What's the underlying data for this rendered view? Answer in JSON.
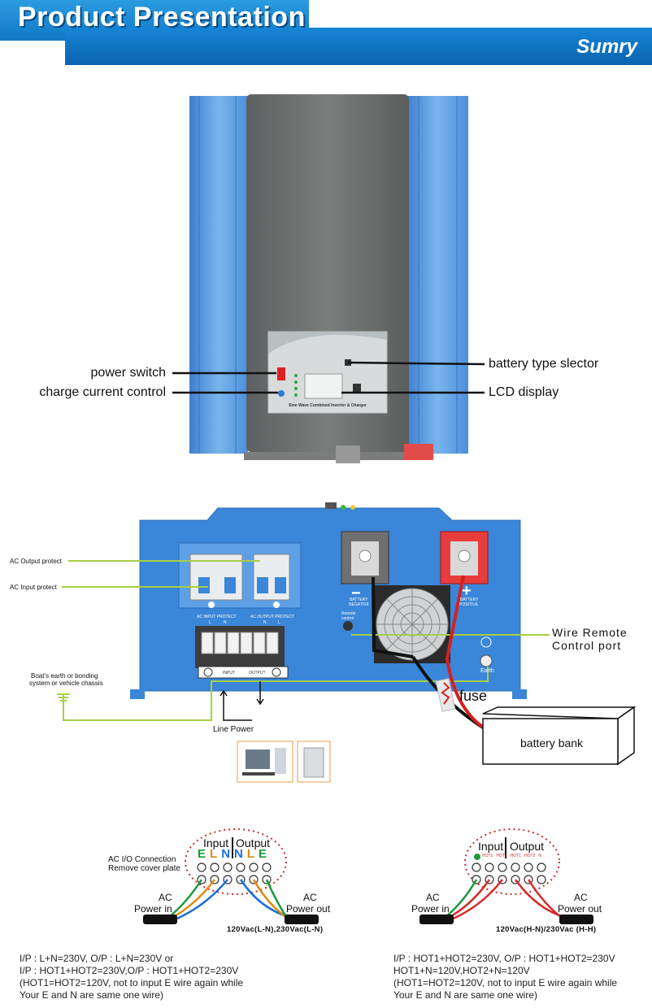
{
  "header": {
    "title": "Product Presentation",
    "brand": "Sumry"
  },
  "front_view": {
    "callouts": {
      "power_switch": "power switch",
      "charge_current_control": "charge current control",
      "battery_type_selector": "battery type slector",
      "lcd_display": "LCD display"
    },
    "panel_label": "Sine Wave Combined Inverter & Charger"
  },
  "rear_view": {
    "callouts": {
      "ac_output_protect": "AC Output protect",
      "ac_input_protect": "AC Input protect",
      "wire_remote_line1": "Wire Remote",
      "wire_remote_line2": "Control port",
      "earth_line1": "Boat’s earth or bonding",
      "earth_line2": "system or vehicle chassis",
      "line_power": "Line Power",
      "fuse": "fuse",
      "battery_bank": "battery bank"
    },
    "panel_text": {
      "ac_input_protect_label": "AC INPUT PROTECT",
      "ac_output_protect_label": "AC OUTPUT PROTECT",
      "input_l": "L",
      "input_n": "N",
      "output_n": "N",
      "output_l": "L",
      "terminal_input": "INPUT",
      "terminal_output": "OUTPUT",
      "battery_negative_1": "BATTERY",
      "battery_negative_2": "NEGATIVE",
      "battery_positive_1": "BATTERY",
      "battery_positive_2": "POSITIVE",
      "remote_1": "Remote",
      "remote_2": "control",
      "earth": "Earth",
      "minus": "−",
      "plus": "+"
    }
  },
  "wiring_left": {
    "input": "Input",
    "output": "Output",
    "terminal_letters": [
      "E",
      "L",
      "N",
      "N",
      "L",
      "E"
    ],
    "letter_colors": [
      "#1a9a3a",
      "#e08a10",
      "#1b6fd6",
      "#1b6fd6",
      "#e08a10",
      "#1a9a3a"
    ],
    "note_line1": "AC  I/O Connection",
    "note_line2": "Remove cover plate",
    "ac_in_1": "AC",
    "ac_in_2": "Power in",
    "ac_out_1": "AC",
    "ac_out_2": "Power out",
    "voltage": "120Vac(L-N),230Vac(L-N)",
    "desc": [
      "I/P : L+N=230V, O/P : L+N=230V  or",
      "I/P : HOT1+HOT2=230V,O/P : HOT1+HOT2=230V",
      "(HOT1=HOT2=120V, not to input E wire again while",
      "Your E and N are same one wire)"
    ]
  },
  "wiring_right": {
    "input": "Input",
    "output": "Output",
    "terminal_labels": [
      "HOT1",
      "HOT2",
      "HOT1",
      "HOT2",
      "N"
    ],
    "ac_in_1": "AC",
    "ac_in_2": "Power in",
    "ac_out_1": "AC",
    "ac_out_2": "Power out",
    "voltage": "120Vac(H-N)/230Vac (H-H)",
    "desc": [
      "I/P : HOT1+HOT2=230V, O/P : HOT1+HOT2=230V",
      "HOT1+N=120V,HOT2+N=120V",
      "(HOT1=HOT2=120V,  not to input E wire again while",
      "Your E and N are same one wire)"
    ]
  },
  "colors": {
    "brand_blue": "#0f78c6",
    "body_blue": "#3a86d8",
    "panel_gray": "#6c6f6e",
    "callout_green": "#a7cf45"
  }
}
